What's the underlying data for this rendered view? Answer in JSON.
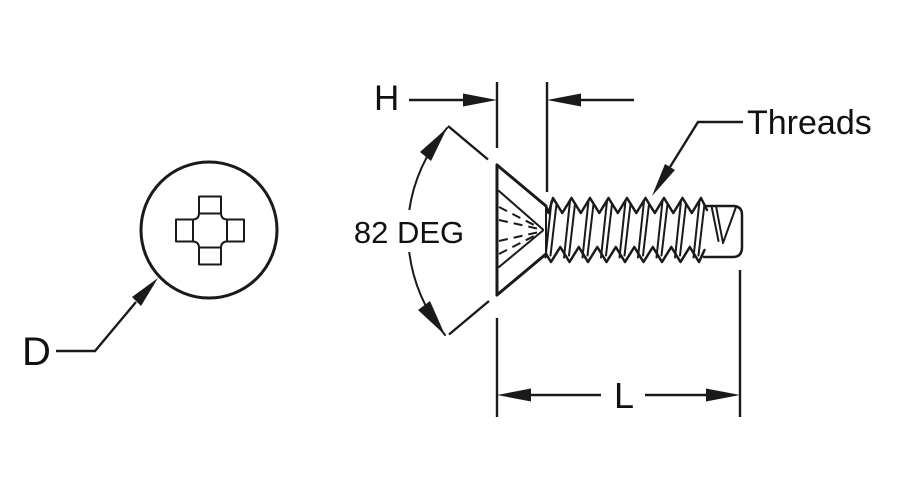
{
  "labels": {
    "diameter": "D",
    "head_height": "H",
    "angle": "82 DEG",
    "threads": "Threads",
    "length": "L"
  },
  "colors": {
    "line": "#1a1a1a",
    "text": "#111111",
    "background": "#ffffff"
  }
}
